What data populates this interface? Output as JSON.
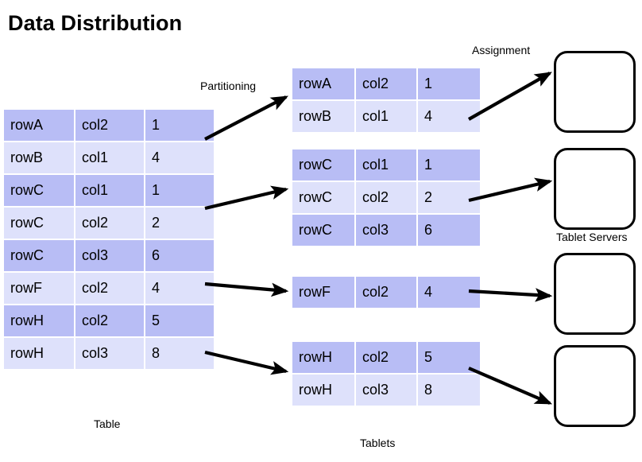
{
  "title": "Data Distribution",
  "labels": {
    "partitioning": "Partitioning",
    "assignment": "Assignment",
    "tablet_servers": "Tablet Servers",
    "table": "Table",
    "tablets": "Tablets"
  },
  "colors": {
    "row_dark": "#b8bdf5",
    "row_light": "#dee1fb",
    "arrow": "#000000",
    "server_border": "#000000",
    "background": "#ffffff"
  },
  "source_table": {
    "rows": [
      {
        "row": "rowA",
        "col": "col2",
        "value": "1"
      },
      {
        "row": "rowB",
        "col": "col1",
        "value": "4"
      },
      {
        "row": "rowC",
        "col": "col1",
        "value": "1"
      },
      {
        "row": "rowC",
        "col": "col2",
        "value": "2"
      },
      {
        "row": "rowC",
        "col": "col3",
        "value": "6"
      },
      {
        "row": "rowF",
        "col": "col2",
        "value": "4"
      },
      {
        "row": "rowH",
        "col": "col2",
        "value": "5"
      },
      {
        "row": "rowH",
        "col": "col3",
        "value": "8"
      }
    ]
  },
  "tablets": [
    {
      "rows": [
        {
          "row": "rowA",
          "col": "col2",
          "value": "1"
        },
        {
          "row": "rowB",
          "col": "col1",
          "value": "4"
        }
      ]
    },
    {
      "rows": [
        {
          "row": "rowC",
          "col": "col1",
          "value": "1"
        },
        {
          "row": "rowC",
          "col": "col2",
          "value": "2"
        },
        {
          "row": "rowC",
          "col": "col3",
          "value": "6"
        }
      ]
    },
    {
      "rows": [
        {
          "row": "rowF",
          "col": "col2",
          "value": "4"
        }
      ]
    },
    {
      "rows": [
        {
          "row": "rowH",
          "col": "col2",
          "value": "5"
        },
        {
          "row": "rowH",
          "col": "col3",
          "value": "8"
        }
      ]
    }
  ],
  "tablet_servers": [
    {
      "label": ""
    },
    {
      "label": ""
    },
    {
      "label": ""
    },
    {
      "label": ""
    }
  ]
}
